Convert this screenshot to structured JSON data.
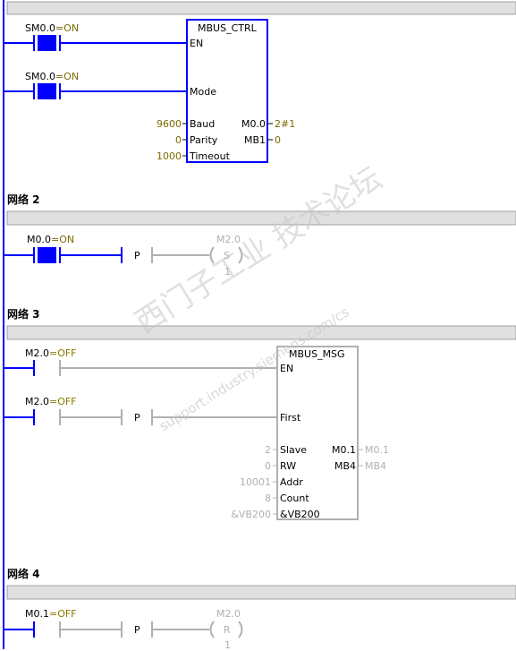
{
  "networks": [
    {
      "rungs": [
        {
          "contact_label": "SM0.0",
          "contact_state": "=ON"
        },
        {
          "contact_label": "SM0.0",
          "contact_state": "=ON"
        }
      ],
      "box": {
        "title": "MBUS_CTRL",
        "en": "EN",
        "mode": "Mode",
        "inputs": [
          {
            "name": "Baud",
            "value": "9600"
          },
          {
            "name": "Parity",
            "value": "0"
          },
          {
            "name": "Timeout",
            "value": "1000"
          }
        ],
        "outputs": [
          {
            "name": "M0.0",
            "value": "2#1"
          },
          {
            "name": "MB1",
            "value": "0"
          }
        ]
      }
    },
    {
      "header": "网络 2",
      "contact_label": "M0.0",
      "contact_state": "=ON",
      "p_label": "P",
      "coil": {
        "address": "M2.0",
        "letter": "S",
        "count": "1"
      }
    },
    {
      "header": "网络 3",
      "rungs": [
        {
          "contact_label": "M2.0",
          "contact_state": "=OFF"
        },
        {
          "contact_label": "M2.0",
          "contact_state": "=OFF",
          "p_label": "P"
        }
      ],
      "box": {
        "title": "MBUS_MSG",
        "en": "EN",
        "first": "First",
        "inputs": [
          {
            "name": "Slave",
            "value": "2"
          },
          {
            "name": "RW",
            "value": "0"
          },
          {
            "name": "Addr",
            "value": "10001"
          },
          {
            "name": "Count",
            "value": "8"
          },
          {
            "name": "&VB200",
            "value": "&VB200"
          }
        ],
        "outputs": [
          {
            "name": "M0.1",
            "value": "M0.1"
          },
          {
            "name": "MB4",
            "value": "MB4"
          }
        ]
      }
    },
    {
      "header": "网络 4",
      "contact_label": "M0.1",
      "contact_state": "=OFF",
      "p_label": "P",
      "coil": {
        "address": "M2.0",
        "letter": "R",
        "count": "1"
      }
    }
  ],
  "watermark": {
    "cn": "西门子工业  技术论坛",
    "url": "support.industry.siemens.com/cs"
  },
  "colors": {
    "rail": "#0000ff",
    "energized": "#0000ff",
    "box_active": "#0000ff",
    "inactive": "#b0b0b0",
    "value_text": "#7a6a00",
    "title_bar": "#e0e0e0"
  }
}
